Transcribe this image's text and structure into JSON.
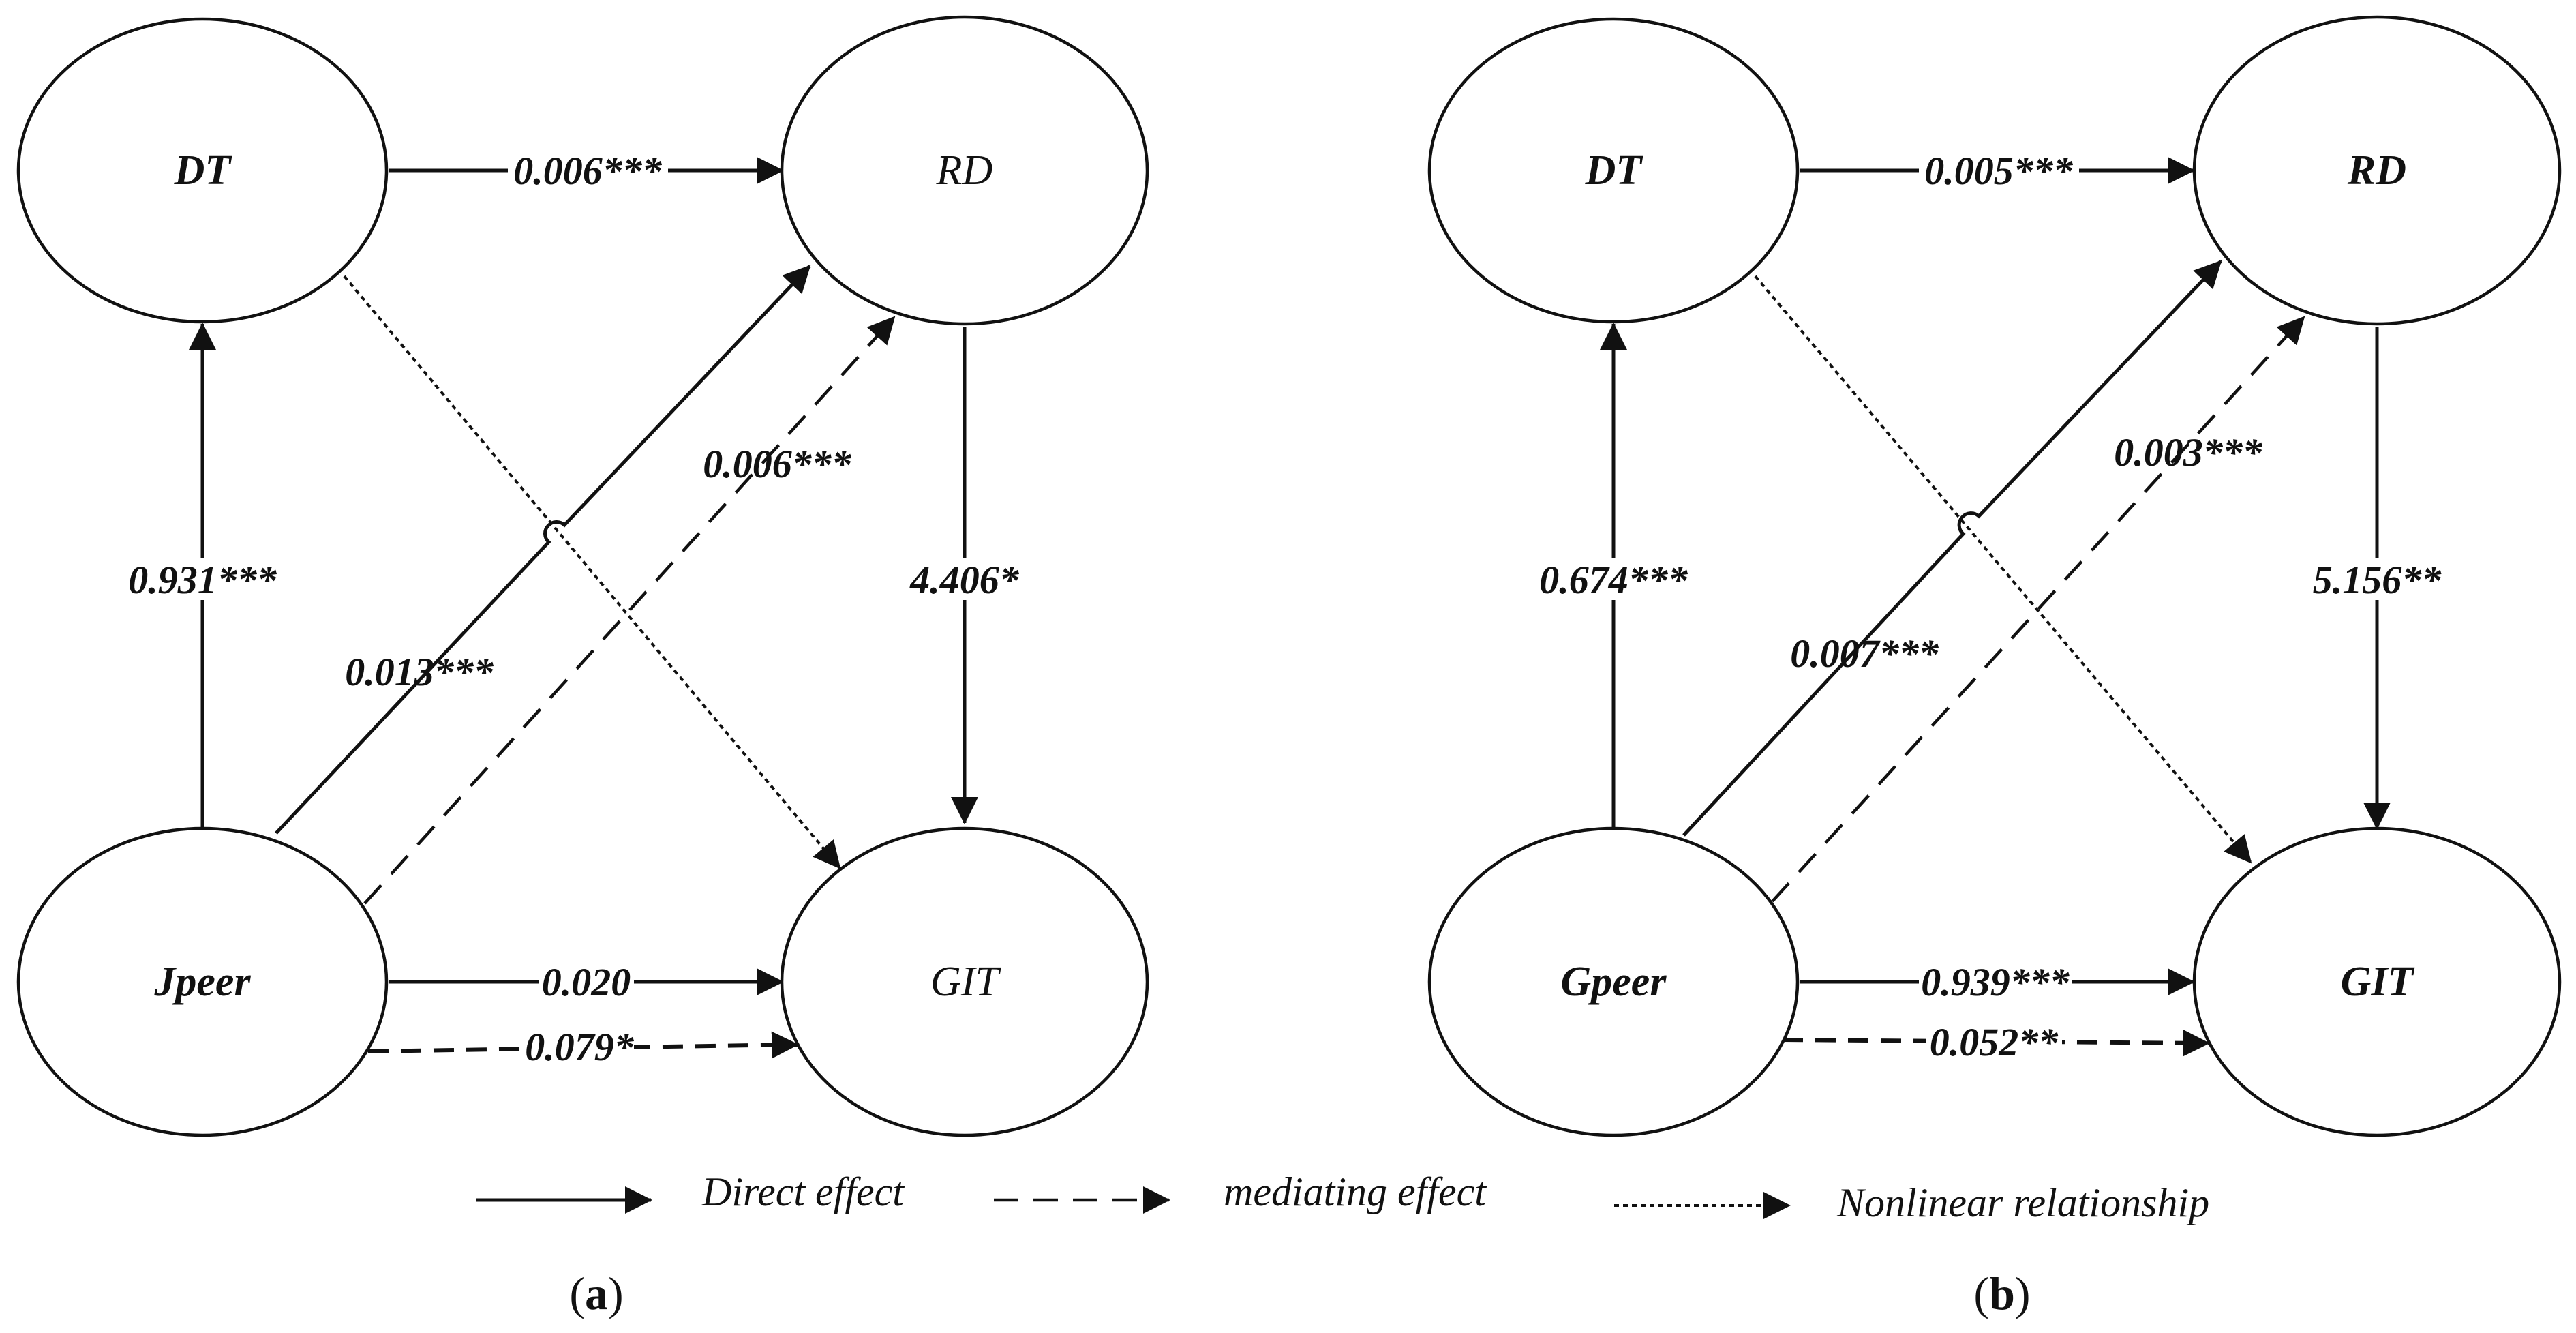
{
  "panels": [
    {
      "id": "a",
      "caption_open": "(",
      "caption_letter": "a",
      "caption_close": ")",
      "nodes": {
        "dt": "DT",
        "rd": "RD",
        "peer": "Jpeer",
        "git": "GIT"
      },
      "edges": {
        "dt_rd": "0.006***",
        "peer_dt": "0.931***",
        "peer_rd_direct": "0.013***",
        "peer_rd_mediating": "0.006***",
        "rd_git": "4.406*",
        "peer_git_direct": "0.020",
        "peer_git_mediating": "0.079*"
      }
    },
    {
      "id": "b",
      "caption_open": "(",
      "caption_letter": "b",
      "caption_close": ")",
      "nodes": {
        "dt": "DT",
        "rd": "RD",
        "peer": "Gpeer",
        "git": "GIT"
      },
      "edges": {
        "dt_rd": "0.005***",
        "peer_dt": "0.674***",
        "peer_rd_direct": "0.007***",
        "peer_rd_mediating": "0.003***",
        "rd_git": "5.156**",
        "peer_git_direct": "0.939***",
        "peer_git_mediating": "0.052**"
      }
    }
  ],
  "legend": {
    "direct": "Direct effect",
    "mediating": "mediating effect",
    "nonlinear": "Nonlinear relationship"
  }
}
